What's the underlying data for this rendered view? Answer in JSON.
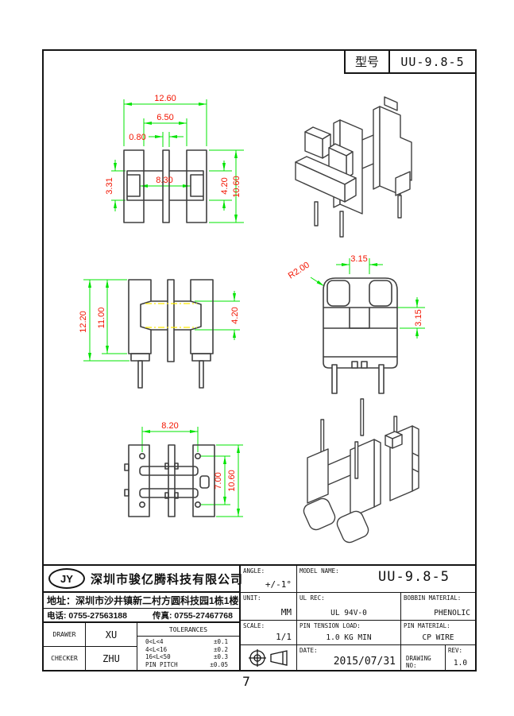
{
  "sheet": {
    "page_number": "7"
  },
  "model_box": {
    "label": "型号",
    "value": "UU-9.8-5"
  },
  "colors": {
    "dimension_line": "#00e400",
    "dimension_text": "#f21400",
    "part_line": "#3f3f3f",
    "hidden_line": "#ffe900"
  },
  "views": {
    "top": {
      "w_total": "12.60",
      "w_window": "6.50",
      "t_center": "0.80",
      "w_inner": "8.30",
      "h_notch": "3.31",
      "h_window": "4.20",
      "h_total": "10.60"
    },
    "side": {
      "h_total": "12.20",
      "h_body": "11.00",
      "h_window": "4.20"
    },
    "end": {
      "w_slot": "3.15",
      "radius": "R2.00",
      "h_slot": "3.15"
    },
    "bottom": {
      "pitch_x": "8.20",
      "pitch_y": "7.00",
      "h_total": "10.60"
    }
  },
  "title_block": {
    "company": {
      "logo": "JY",
      "name": "深圳市骏亿腾科技有限公司",
      "address_label": "地址：",
      "address": "深圳市沙井镇新二村方圆科技园1栋1楼",
      "phone": "电话: 0755-27563188",
      "fax": "传真: 0755-27467768"
    },
    "people": {
      "drawer_label": "DRAWER",
      "drawer": "XU",
      "checker_label": "CHECKER",
      "checker": "ZHU"
    },
    "tolerances": {
      "title": "TOLERANCES",
      "rows": [
        [
          "0<L<4",
          "±0.1"
        ],
        [
          "4<L<16",
          "±0.2"
        ],
        [
          "16<L<50",
          "±0.3"
        ],
        [
          "PIN PITCH",
          "±0.05"
        ]
      ]
    },
    "specs": {
      "angle_label": "ANGLE:",
      "angle": "+/-1°",
      "unit_label": "UNIT:",
      "unit": "MM",
      "scale_label": "SCALE:",
      "scale": "1/1",
      "model_name_label": "MODEL NAME:",
      "model_name": "UU-9.8-5",
      "ul_rec_label": "UL REC:",
      "ul_rec": "UL 94V-0",
      "pin_tension_label": "PIN TENSION LOAD:",
      "pin_tension": "1.0 KG MIN",
      "date_label": "DATE:",
      "date": "2015/07/31",
      "bobbin_material_label": "BOBBIN MATERIAL:",
      "bobbin_material": "PHENOLIC",
      "pin_material_label": "PIN MATERIAL:",
      "pin_material": "CP WIRE",
      "drawing_no_label": "DRAWING NO:",
      "rev_label": "REV:",
      "rev": "1.0"
    }
  }
}
